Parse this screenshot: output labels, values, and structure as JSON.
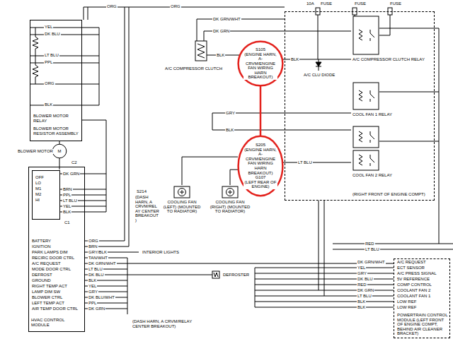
{
  "diagram": {
    "nodes": [
      {
        "text": [
          "BLOWER MOTOR RELAY",
          "BLOWER MOTOR RESISTOR ASSEMBLY"
        ]
      },
      {
        "text": [
          "M"
        ]
      },
      {
        "text": [
          "BATTERY",
          "IGNITION",
          "PARK LAMPS DIM",
          "RECIRC DOOR CTRL",
          "A/C REQUEST",
          "MODE DOOR CTRL",
          "DEFROST",
          "GROUND",
          "RIGHT TEMP ACT",
          "LAMP DIM SW",
          "BLOWER CTRL",
          "LEFT TEMP ACT",
          "AIR TEMP DOOR CTRL",
          "HVAC CONTROL MODULE"
        ]
      },
      {
        "text": [
          "OFF",
          "LO",
          "M1",
          "M2",
          "HI"
        ],
        "in": 2
      },
      {
        "text": [
          "S105",
          "(ENGINE HARN, A-CRVM/ENGINE FAN WIRING HARN BREAKOUT)"
        ]
      },
      {
        "text": [
          "S205",
          "(ENGINE HARN, A-CRVM/ENGINE FAN WIRING HARN BREAKOUT)",
          "G107",
          "(LEFT REAR OF ENGINE)"
        ]
      },
      {
        "text": [
          "COOLING FAN (LEFT) (MOUNTED TO RADIATOR)"
        ]
      },
      {
        "text": [
          "COOLING FAN (RIGHT) (MOUNTED TO RADIATOR)"
        ]
      },
      {
        "text": [
          "(RIGHT FRONT OF ENGINE COMPT)"
        ]
      },
      {
        "text": [
          "A/C COMPRESSOR CLUTCH RELAY"
        ],
        "in": 8
      },
      {
        "text": [
          "COOL FAN 1 RELAY"
        ],
        "in": 8
      },
      {
        "text": [
          "COOL FAN 2 RELAY"
        ],
        "in": 8
      },
      {
        "text": [
          "A/C REQUEST",
          "ECT SENSOR",
          "A/C PRESS SIGNAL",
          "5V REFERENCE",
          "COMP CONTROL",
          "COOLANT FAN 2",
          "COOLANT FAN 1",
          "LOW REF",
          "LOW REF",
          "POWERTRAIN CONTROL MODULE (LEFT FRONT OF ENGINE COMPT, BEHIND AIR CLEANER BRACKET)"
        ]
      }
    ],
    "edges": [
      {
        "from": 4,
        "to": 5,
        "arrow": "none"
      },
      {
        "from": 6,
        "to": 5,
        "arrow": "none"
      },
      {
        "from": 7,
        "to": 5,
        "arrow": "none"
      }
    ],
    "labels": [
      "ORG",
      "ORG",
      "YEL",
      "DK BLU",
      "LT BLU",
      "PPL",
      "ORG",
      "BLK",
      "BLOWER MOTOR",
      "C2",
      "DK GRN",
      "BRN",
      "PPL",
      "LT BLU",
      "YEL",
      "BLK",
      "C1",
      "ORG",
      "BRN",
      "GRY/BLK",
      "TAN/WHT",
      "DK GRN/WHT",
      "LT BLU",
      "DK BLU",
      "BLK",
      "YEL",
      "GRY",
      "DK BLU/WHT",
      "PPL",
      "DK GRN",
      "S214",
      "(DASH HARN, A CRVM/RELAY CENTER BREAKOUT)",
      "INTERIOR LIGHTS",
      "DEFROSTER",
      "(DASH HARN, A CRVM/RELAY CENTER BREAKOUT)",
      "A/C COMPRESSOR CLUTCH",
      "DK GRN/WHT",
      "DK GRN",
      "BLK",
      "GRY",
      "BLK",
      "BLK",
      "A/C CLU DIODE",
      "LT BLU",
      "10A",
      "FUSE",
      "FUSE",
      "FUSE",
      "RED",
      "LT BLU",
      "DK GRN/WHT",
      "YEL",
      "GRY",
      "DK BLU",
      "RED",
      "DK GRN",
      "LT BLU",
      "BLK",
      "BLK"
    ]
  }
}
